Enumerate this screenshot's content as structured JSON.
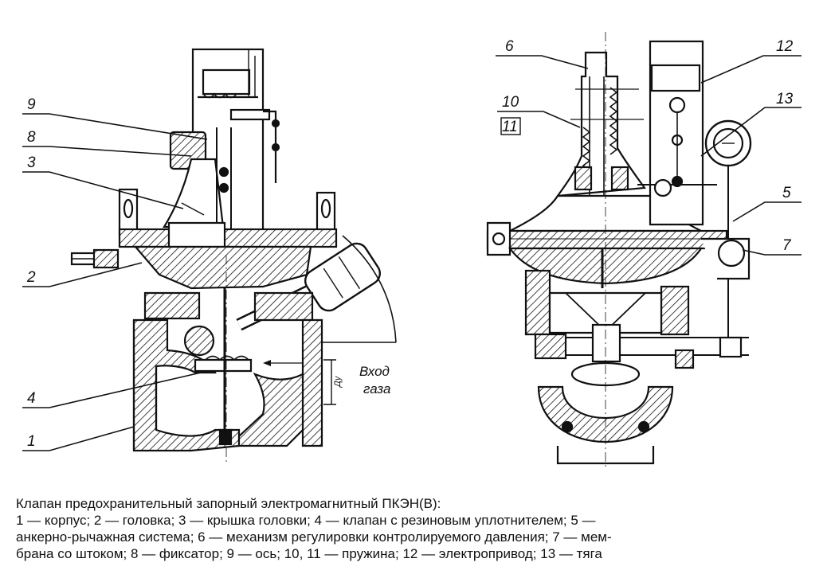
{
  "left_view": {
    "labels": [
      "9",
      "8",
      "3",
      "2",
      "4",
      "1"
    ],
    "inlet_line1": "Вход",
    "inlet_line2": "газа",
    "dim_label": "Ду"
  },
  "right_view": {
    "labels": [
      "6",
      "10",
      "11",
      "12",
      "13",
      "5",
      "7"
    ]
  },
  "caption": {
    "title": "Клапан предохранительный запорный электромагнитный ПКЭН(В):",
    "lines": [
      "1 — корпус; 2 — головка; 3 — крышка головки; 4 — клапан с резиновым уплотнителем; 5 —",
      "анкерно-рычажная система; 6 — механизм регулировки контролируемого давления; 7 — мем-",
      "брана со штоком; 8 — фиксатор; 9 — ось; 10, 11 — пружина; 12 — электропривод; 13 — тяга"
    ]
  }
}
